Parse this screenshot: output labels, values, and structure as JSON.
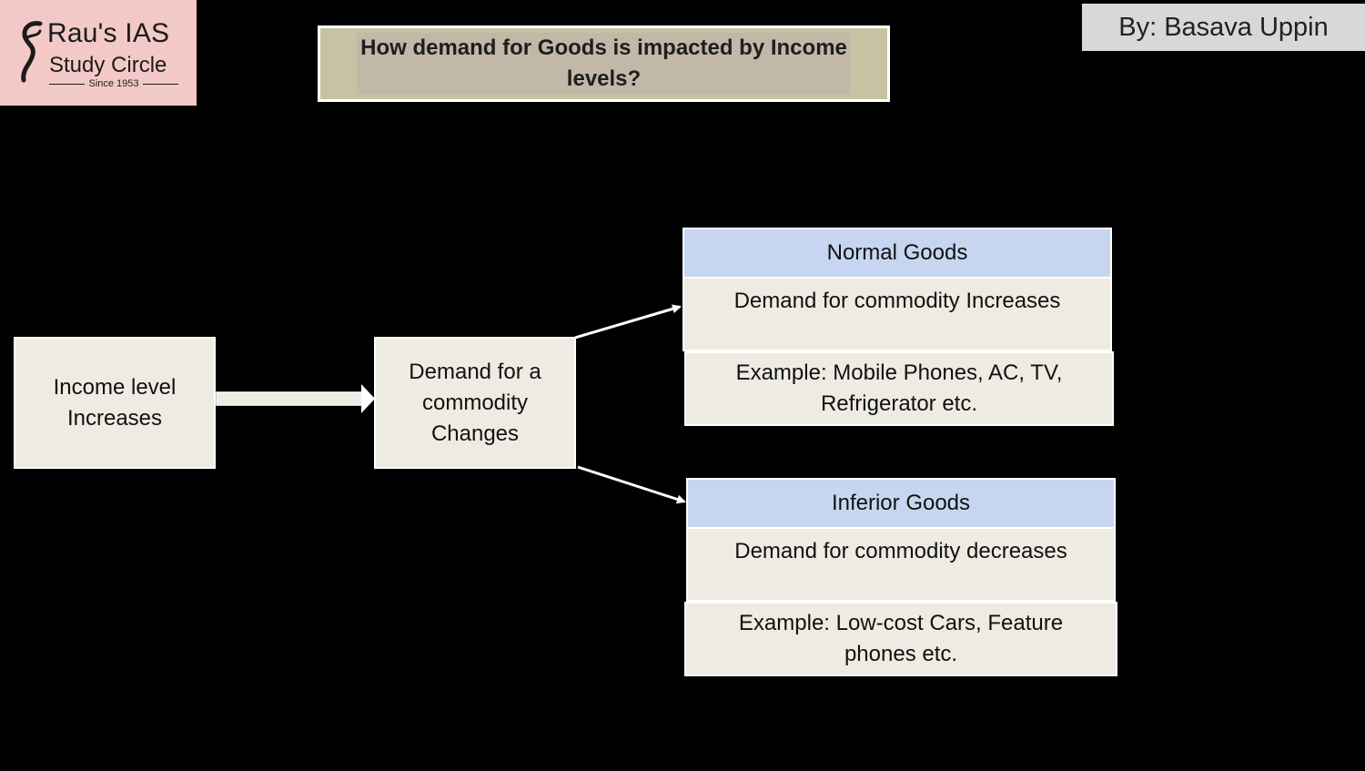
{
  "logo": {
    "line1": "Rau's IAS",
    "line2": "Study Circle",
    "since": "Since 1953"
  },
  "title": "How demand for Goods is impacted by Income levels?",
  "author": "By: Basava Uppin",
  "diagram": {
    "income": "Income level Increases",
    "demand_change": "Demand for a commodity Changes",
    "normal": {
      "heading": "Normal Goods",
      "effect": "Demand for commodity Increases",
      "example": "Example: Mobile Phones, AC, TV, Refrigerator etc."
    },
    "inferior": {
      "heading": "Inferior Goods",
      "effect": "Demand for commodity decreases",
      "example": "Example: Low-cost Cars, Feature phones etc."
    }
  },
  "colors": {
    "background": "#000000",
    "logo_bg": "#f3c9c8",
    "title_bg": "#c7c2a1",
    "box_bg": "#eeebe3",
    "header_bg": "#c6d6f0",
    "author_bg": "#d8d8d8"
  }
}
